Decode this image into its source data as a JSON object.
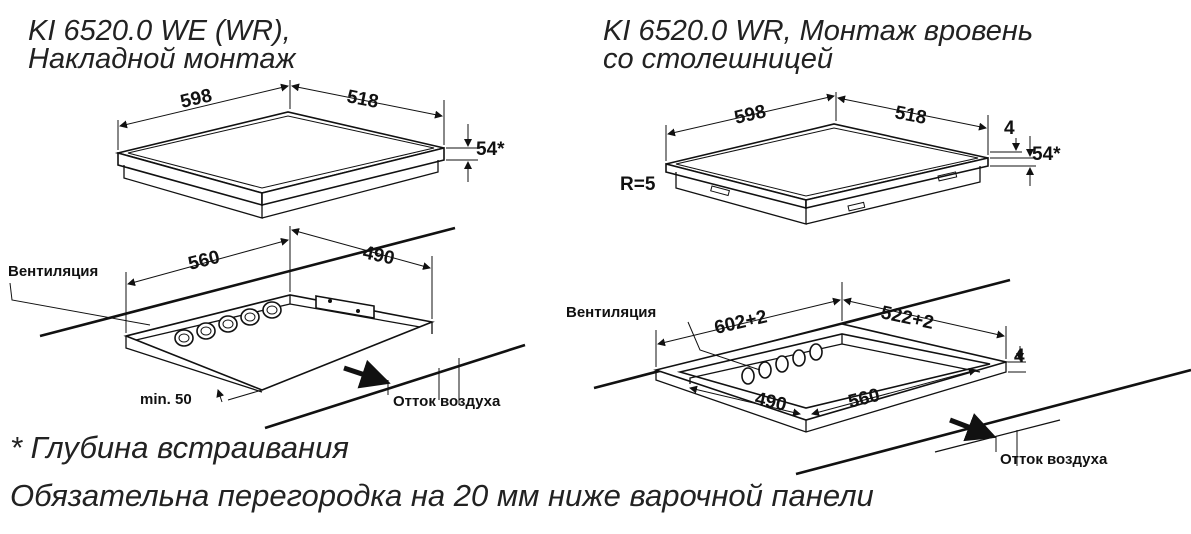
{
  "left": {
    "title_line1": "KI 6520.0 WE (WR),",
    "title_line2": "Накладной монтаж",
    "hob_width": "598",
    "hob_depth": "518",
    "hob_height": "54*",
    "cutout_width": "560",
    "cutout_depth": "490",
    "ventilation_label": "Вентиляция",
    "min_gap_label": "min. 50",
    "airflow_label": "Отток воздуха"
  },
  "right": {
    "title_line1": "KI 6520.0 WR, Монтаж вровень",
    "title_line2": "со столешницей",
    "hob_width": "598",
    "hob_depth": "518",
    "rebate_height": "4",
    "hob_height": "54*",
    "radius_label": "R=5",
    "ventilation_label": "Вентиляция",
    "rebate_width": "602+2",
    "rebate_depth": "522+2",
    "rebate_depth_right": "4",
    "cutout_depth": "490",
    "cutout_width": "560",
    "airflow_label": "Отток воздуха"
  },
  "footnote_line1": "* Глубина встраивания",
  "footnote_line2": "Обязательна перегородка на 20 мм ниже варочной панели"
}
